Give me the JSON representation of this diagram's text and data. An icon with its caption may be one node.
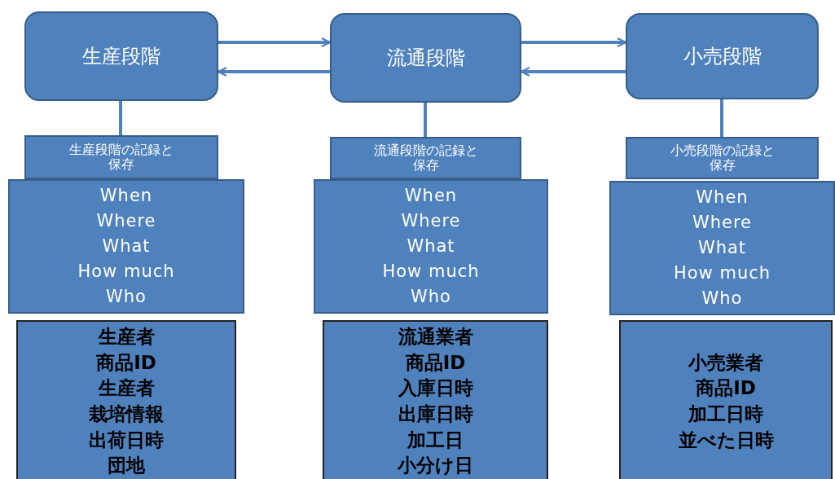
{
  "diagram": {
    "nodes": [
      {
        "text": [
          "生産段階"
        ]
      },
      {
        "text": [
          "流通段階"
        ]
      },
      {
        "text": [
          "小売段階"
        ]
      },
      {
        "text": [
          "生産段階の記録と保存"
        ]
      },
      {
        "text": [
          "流通段階の記録と保存"
        ]
      },
      {
        "text": [
          "小売段階の記録と保存"
        ]
      },
      {
        "text": [
          "When",
          "Where",
          "What",
          "How much",
          "Who"
        ]
      },
      {
        "text": [
          "When",
          "Where",
          "What",
          "How much",
          "Who"
        ]
      },
      {
        "text": [
          "When",
          "Where",
          "What",
          "How much",
          "Who"
        ]
      },
      {
        "text": [
          "生産者",
          "商品ID",
          "生産者",
          "栽培情報",
          "出荷日時",
          "団地"
        ]
      },
      {
        "text": [
          "流通業者",
          "商品ID",
          "入庫日時",
          "出庫日時",
          "加工日",
          "小分け日"
        ]
      },
      {
        "text": [
          "小売業者",
          "商品ID",
          "加工日時",
          "並べた日時"
        ]
      }
    ],
    "edges": [
      {
        "from": 0,
        "to": 1,
        "arrow": "to"
      },
      {
        "from": 1,
        "to": 0,
        "arrow": "to"
      },
      {
        "from": 1,
        "to": 2,
        "arrow": "to"
      },
      {
        "from": 2,
        "to": 1,
        "arrow": "to"
      },
      {
        "from": 0,
        "to": 3,
        "arrow": "none"
      },
      {
        "from": 1,
        "to": 4,
        "arrow": "none"
      },
      {
        "from": 2,
        "to": 5,
        "arrow": "none"
      }
    ]
  }
}
